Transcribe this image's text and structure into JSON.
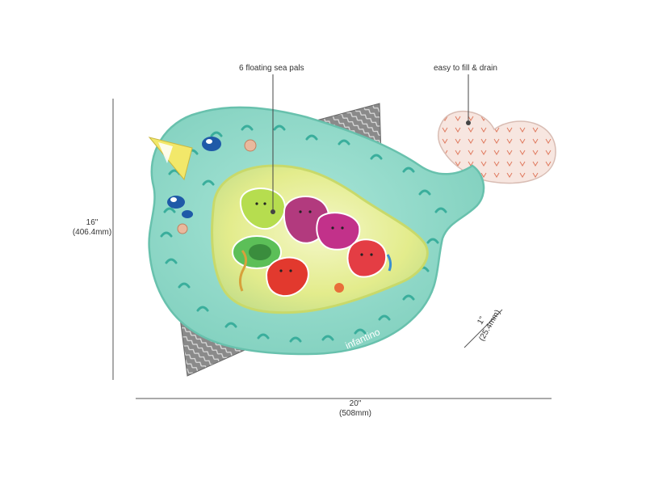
{
  "callouts": {
    "sea_pals": "6 floating sea pals",
    "fill_drain": "easy to fill & drain"
  },
  "dimensions": {
    "height": {
      "inches": "16\"",
      "mm": "(406.4mm)"
    },
    "width": {
      "inches": "20\"",
      "mm": "(508mm)"
    },
    "depth": {
      "inches": "1\"",
      "mm": "(25.4mm)"
    }
  },
  "product": {
    "brand": "infantino"
  },
  "colors": {
    "mat_aqua": "#8fd9c8",
    "mat_edge": "#6cc6b2",
    "inner_yellow": "#e8ee8a",
    "pattern_teal": "#3bb3a0",
    "fin_gray": "#7a7a7a",
    "plug_pink": "#f1d6cf"
  }
}
